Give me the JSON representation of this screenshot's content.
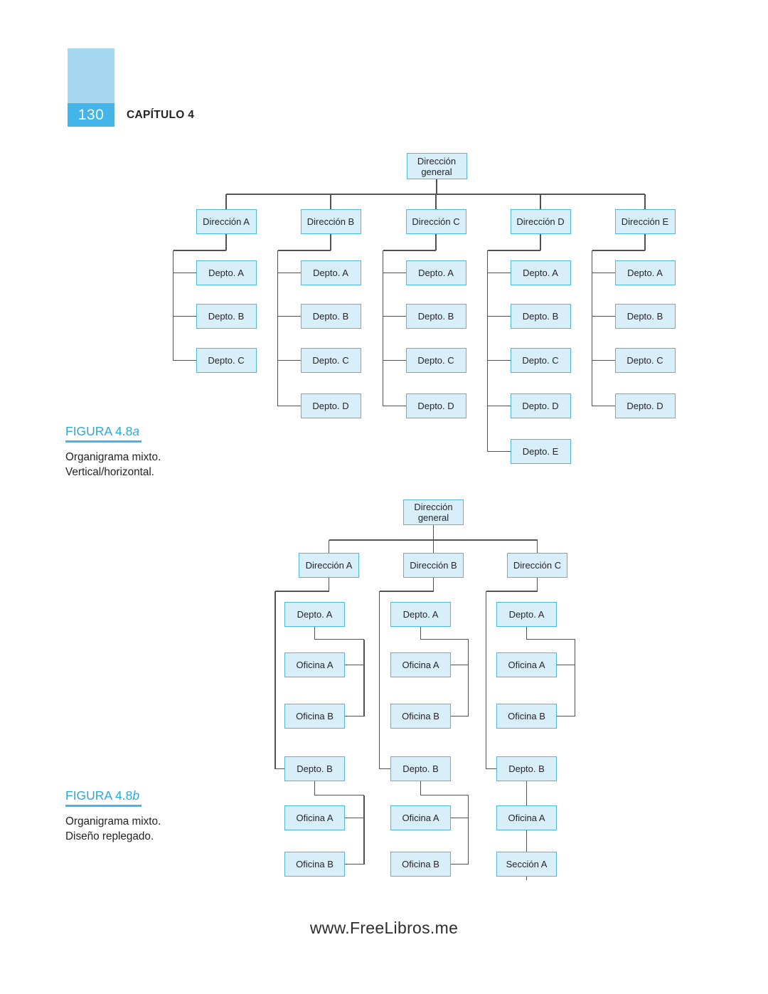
{
  "page": {
    "page_number": "130",
    "chapter": "CAPÍTULO 4",
    "footer": "www.FreeLibros.me"
  },
  "figures": {
    "a": {
      "label": "FIGURA 4.8",
      "suffix": "a",
      "caption": [
        "Organigrama mixto.",
        "Vertical/horizontal."
      ]
    },
    "b": {
      "label": "FIGURA 4.8",
      "suffix": "b",
      "caption": [
        "Organigrama mixto.",
        "Diseño replegado."
      ]
    }
  },
  "chart_a": {
    "root": "Dirección general",
    "branches": [
      {
        "name": "Dirección A",
        "children": [
          "Depto. A",
          "Depto. B",
          "Depto. C"
        ]
      },
      {
        "name": "Dirección B",
        "children": [
          "Depto. A",
          "Depto. B",
          "Depto. C",
          "Depto. D"
        ]
      },
      {
        "name": "Dirección C",
        "children": [
          "Depto. A",
          "Depto. B",
          "Depto. C",
          "Depto. D"
        ]
      },
      {
        "name": "Dirección D",
        "children": [
          "Depto. A",
          "Depto. B",
          "Depto. C",
          "Depto. D",
          "Depto. E"
        ]
      },
      {
        "name": "Dirección E",
        "children": [
          "Depto. A",
          "Depto. B",
          "Depto. C",
          "Depto. D"
        ]
      }
    ]
  },
  "chart_b": {
    "root": "Dirección general",
    "branches": [
      {
        "name": "Dirección A",
        "groups": [
          {
            "name": "Depto. A",
            "link": "side",
            "children": [
              "Oficina A",
              "Oficina B"
            ]
          },
          {
            "name": "Depto. B",
            "link": "side",
            "children": [
              "Oficina A",
              "Oficina B"
            ]
          }
        ]
      },
      {
        "name": "Dirección B",
        "groups": [
          {
            "name": "Depto. A",
            "link": "side",
            "children": [
              "Oficina A",
              "Oficina B"
            ]
          },
          {
            "name": "Depto. B",
            "link": "side",
            "children": [
              "Oficina A",
              "Oficina B"
            ]
          }
        ]
      },
      {
        "name": "Dirección C",
        "groups": [
          {
            "name": "Depto. A",
            "link": "side",
            "children": [
              "Oficina A",
              "Oficina B"
            ]
          },
          {
            "name": "Depto. B",
            "link": "vertical",
            "children": [
              "Oficina A",
              "Sección A"
            ]
          }
        ]
      }
    ]
  },
  "colors": {
    "box_fill": "#d8eff9",
    "box_border": "#4cb9e2",
    "connector": "#515257",
    "accent_blue": "#2aa9e0",
    "tab_light": "#a6d8f2",
    "tab_dark": "#43b5e8",
    "text_dark": "#232323"
  }
}
